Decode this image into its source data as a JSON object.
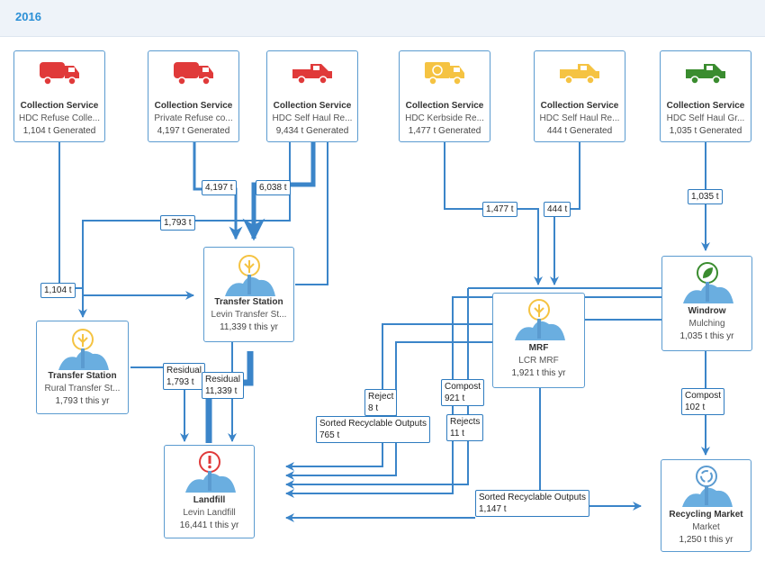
{
  "year": "2016",
  "colors": {
    "flow": "#3b85c9",
    "red": "#e03a3a",
    "yellow": "#f5c342",
    "green": "#3a8c2f",
    "site": "#6aaee0"
  },
  "nodes": {
    "cs1": {
      "title": "Collection Service",
      "sub": "HDC Refuse Colle...",
      "value": "1,104 t Generated",
      "icon": "garbage-truck-icon",
      "color": "#e03a3a"
    },
    "cs2": {
      "title": "Collection Service",
      "sub": "Private Refuse co...",
      "value": "4,197 t Generated",
      "icon": "garbage-truck-icon",
      "color": "#e03a3a"
    },
    "cs3": {
      "title": "Collection Service",
      "sub": "HDC Self Haul Re...",
      "value": "9,434 t Generated",
      "icon": "pickup-truck-icon",
      "color": "#e03a3a"
    },
    "cs4": {
      "title": "Collection Service",
      "sub": "HDC Kerbside Re...",
      "value": "1,477 t Generated",
      "icon": "recycling-truck-icon",
      "color": "#f5c342"
    },
    "cs5": {
      "title": "Collection Service",
      "sub": "HDC Self Haul Re...",
      "value": "444 t Generated",
      "icon": "pickup-truck-icon",
      "color": "#f5c342"
    },
    "cs6": {
      "title": "Collection Service",
      "sub": "HDC Self Haul Gr...",
      "value": "1,035 t Generated",
      "icon": "pickup-truck-icon",
      "color": "#3a8c2f"
    },
    "ts_levin": {
      "title": "Transfer Station",
      "sub": "Levin Transfer St...",
      "value": "11,339 t this yr",
      "icon": "transfer-station-icon"
    },
    "ts_rural": {
      "title": "Transfer Station",
      "sub": "Rural Transfer St...",
      "value": "1,793 t this yr",
      "icon": "transfer-station-icon"
    },
    "mrf": {
      "title": "MRF",
      "sub": "LCR MRF",
      "value": "1,921 t this yr",
      "icon": "mrf-icon"
    },
    "windrow": {
      "title": "Windrow",
      "sub": "Mulching",
      "value": "1,035 t this yr",
      "icon": "compost-leaf-icon"
    },
    "landfill": {
      "title": "Landfill",
      "sub": "Levin Landfill",
      "value": "16,441 t this yr",
      "icon": "landfill-warning-icon"
    },
    "market": {
      "title": "Recycling Market",
      "sub": "Market",
      "value": "1,250 t this yr",
      "icon": "recycle-market-icon"
    }
  },
  "flows": {
    "f_4197": {
      "line1": "4,197 t"
    },
    "f_6038": {
      "line1": "6,038 t"
    },
    "f_1793a": {
      "line1": "1,793 t"
    },
    "f_1104": {
      "line1": "1,104 t"
    },
    "f_1477": {
      "line1": "1,477 t"
    },
    "f_444": {
      "line1": "444 t"
    },
    "f_1035": {
      "line1": "1,035 t"
    },
    "f_res1": {
      "line1": "Residual",
      "line2": "1,793 t"
    },
    "f_res2": {
      "line1": "Residual",
      "line2": "11,339 t"
    },
    "f_rej8": {
      "line1": "Reject",
      "line2": "8 t"
    },
    "f_comp921": {
      "line1": "Compost",
      "line2": "921 t"
    },
    "f_sorted765": {
      "line1": "Sorted Recyclable Outputs",
      "line2": "765 t"
    },
    "f_rej11": {
      "line1": "Rejects",
      "line2": "11 t"
    },
    "f_comp102": {
      "line1": "Compost",
      "line2": "102 t"
    },
    "f_sorted1147": {
      "line1": "Sorted Recyclable Outputs",
      "line2": "1,147 t"
    }
  }
}
